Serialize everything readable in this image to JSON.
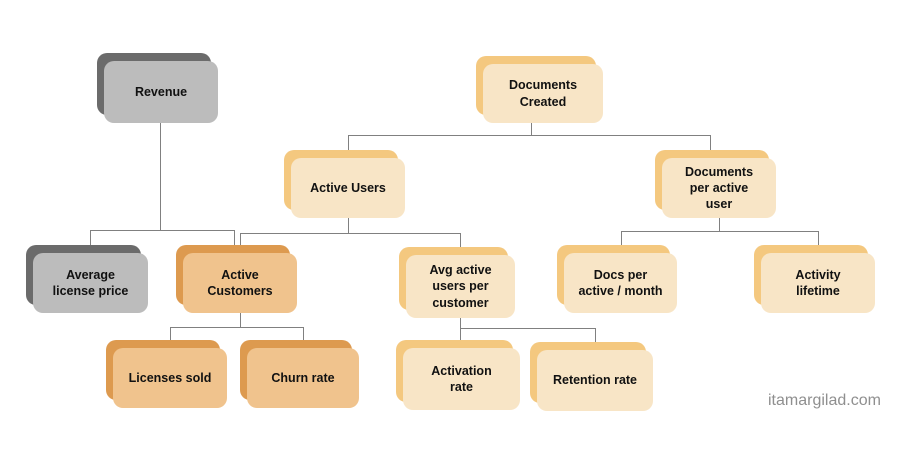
{
  "page": {
    "watermark": "itamargilad.com",
    "background": "#ffffff"
  },
  "colors": {
    "gray_fill": "#bcbcbc",
    "gray_shadow": "#6b6b6b",
    "cream_fill": "#f8e5c6",
    "cream_shadow": "#f4c87f",
    "orange_fill": "#f0c38d",
    "orange_shadow": "#dd9a4f",
    "connector": "#808080",
    "label_text": "#111111",
    "watermark_text": "#8f8f8f"
  },
  "nodes": {
    "revenue": {
      "label": "Revenue",
      "style": "gray"
    },
    "documents_created": {
      "label": "Documents\nCreated",
      "style": "cream"
    },
    "active_users": {
      "label": "Active Users",
      "style": "cream"
    },
    "documents_per_active_user": {
      "label": "Documents\nper active\nuser",
      "style": "cream"
    },
    "average_license_price": {
      "label": "Average\nlicense price",
      "style": "gray"
    },
    "active_customers": {
      "label": "Active\nCustomers",
      "style": "orange"
    },
    "avg_active_users_per_customer": {
      "label": "Avg active\nusers per\ncustomer",
      "style": "cream"
    },
    "docs_per_active_month": {
      "label": "Docs per\nactive / month",
      "style": "cream"
    },
    "activity_lifetime": {
      "label": "Activity\nlifetime",
      "style": "cream"
    },
    "licenses_sold": {
      "label": "Licenses sold",
      "style": "orange"
    },
    "churn_rate": {
      "label": "Churn rate",
      "style": "orange"
    },
    "activation_rate": {
      "label": "Activation\nrate",
      "style": "cream"
    },
    "retention_rate": {
      "label": "Retention rate",
      "style": "cream"
    }
  },
  "edges": [
    {
      "from": "revenue",
      "to": "average_license_price"
    },
    {
      "from": "revenue",
      "to": "active_customers"
    },
    {
      "from": "documents_created",
      "to": "active_users"
    },
    {
      "from": "documents_created",
      "to": "documents_per_active_user"
    },
    {
      "from": "active_users",
      "to": "active_customers"
    },
    {
      "from": "active_users",
      "to": "avg_active_users_per_customer"
    },
    {
      "from": "documents_per_active_user",
      "to": "docs_per_active_month"
    },
    {
      "from": "documents_per_active_user",
      "to": "activity_lifetime"
    },
    {
      "from": "active_customers",
      "to": "licenses_sold"
    },
    {
      "from": "active_customers",
      "to": "churn_rate"
    },
    {
      "from": "avg_active_users_per_customer",
      "to": "activation_rate"
    },
    {
      "from": "avg_active_users_per_customer",
      "to": "retention_rate"
    }
  ]
}
